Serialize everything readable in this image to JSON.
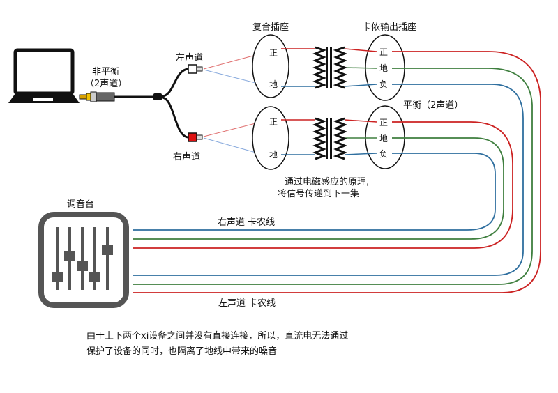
{
  "labels": {
    "unbalanced": "非平衡",
    "unbalanced_sub": "（2声道）",
    "left_channel": "左声道",
    "right_channel": "右声道",
    "composite_socket": "复合插座",
    "xlr_socket": "卡侬输出插座",
    "balanced": "平衡（2声道）",
    "positive": "正",
    "ground": "地",
    "negative": "负",
    "em_note_1": "通过电磁感应的原理,",
    "em_note_2": "将信号传递到下一集",
    "mixer": "调音台",
    "right_cable": "右声道 卡农线",
    "left_cable": "左声道 卡农线",
    "bottom_note_1": "由于上下两个xi设备之间并没有直接连接，所以，直流电无法通过",
    "bottom_note_2": "保护了设备的同时，也隔离了地线中带来的噪音"
  },
  "colors": {
    "hot": "#cc2222",
    "ground": "#3f7f3f",
    "cold": "#2f6f9f",
    "line": "#111111",
    "mixer": "#555555",
    "left_plug": "#ffffff",
    "right_plug": "#dd1111",
    "connector": "#d8a000"
  },
  "icons": [
    "laptop-icon",
    "mixer-icon",
    "transformer-icon"
  ]
}
